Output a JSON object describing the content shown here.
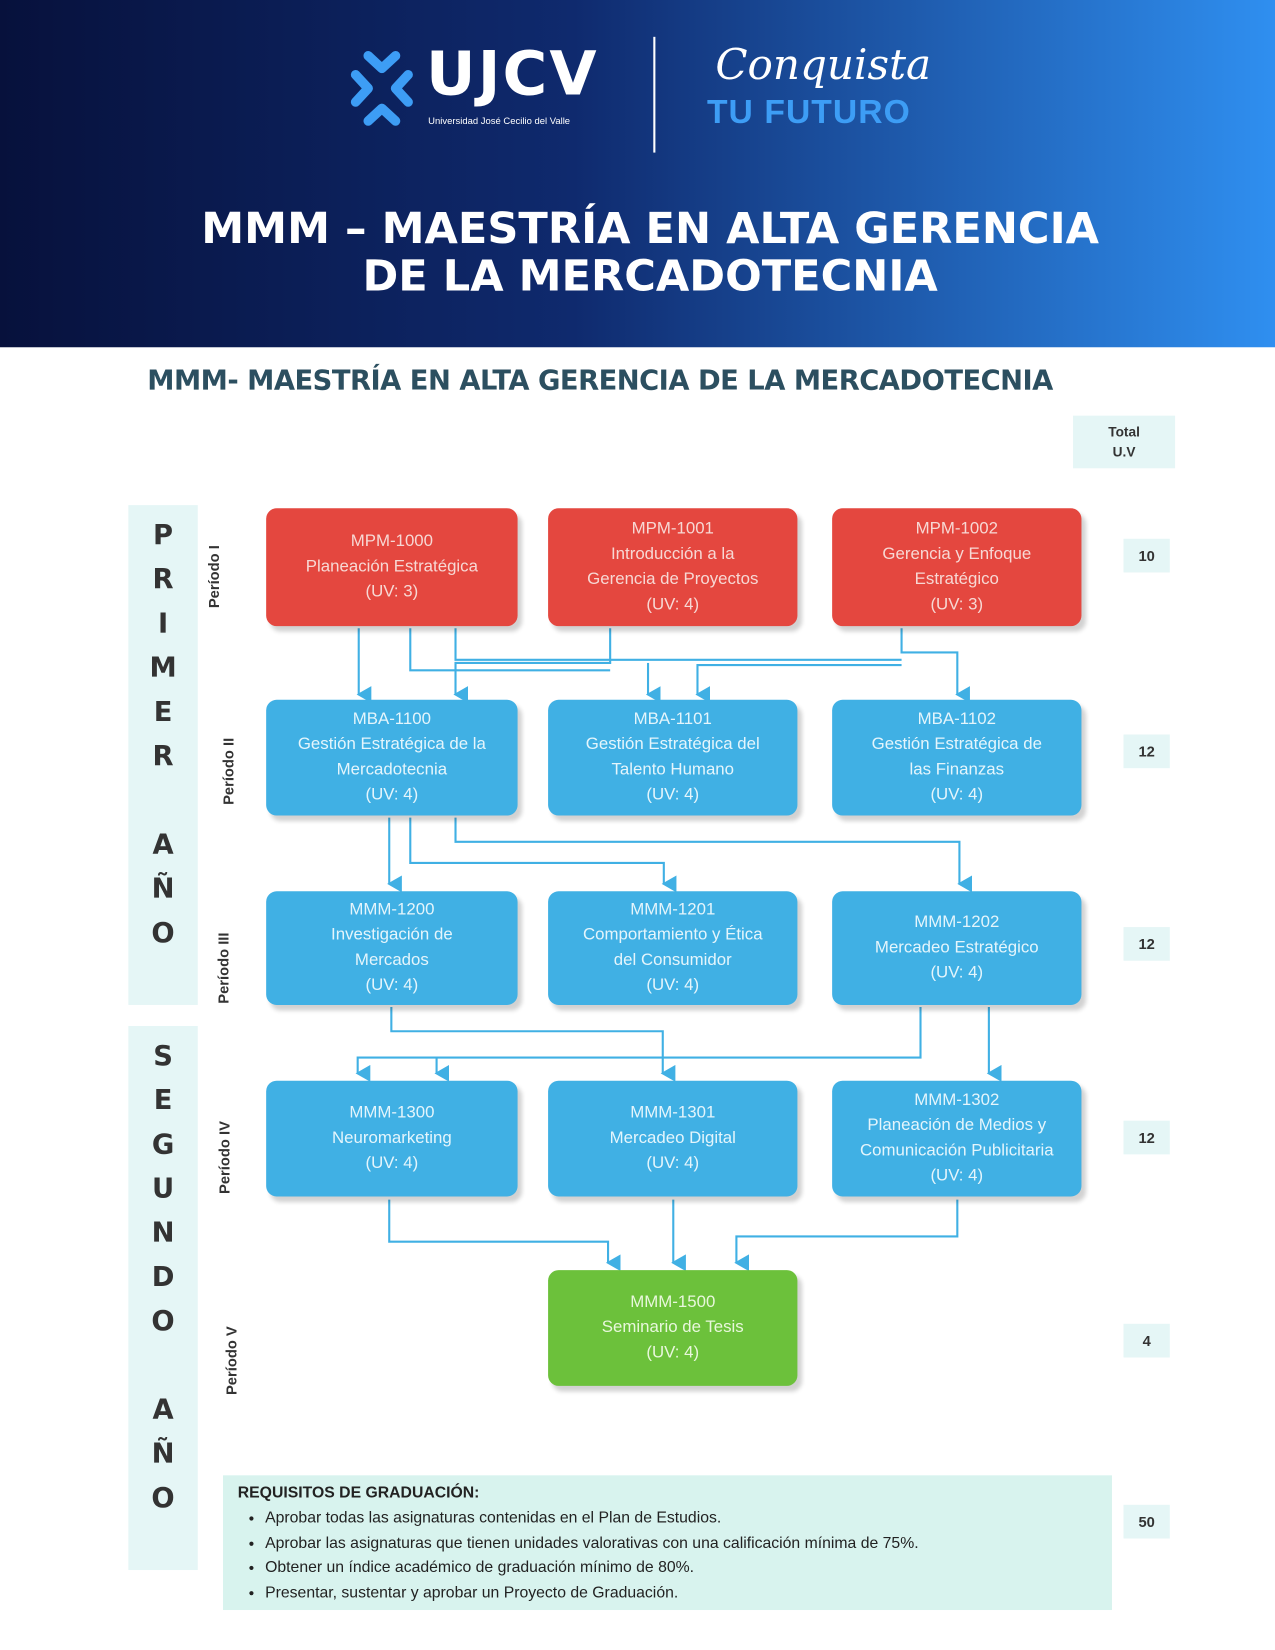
{
  "header": {
    "logo_text": "UJCV",
    "logo_subtitle": "Universidad José Cecilio del Valle",
    "slogan_script": "Conquista",
    "slogan_caps": "TU FUTURO",
    "title_line1": "MMM – MAESTRÍA EN ALTA GERENCIA",
    "title_line2": "DE LA MERCADOTECNIA"
  },
  "document": {
    "subtitle": "MMM- MAESTRÍA EN ALTA GERENCIA DE LA MERCADOTECNIA",
    "total_header": [
      "Total",
      "U.V"
    ],
    "years": [
      {
        "letters": [
          "P",
          "R",
          "I",
          "M",
          "E",
          "R",
          "",
          "A",
          "Ñ",
          "O"
        ]
      },
      {
        "letters": [
          "S",
          "E",
          "G",
          "U",
          "N",
          "D",
          "O",
          "",
          "A",
          "Ñ",
          "O"
        ]
      }
    ],
    "periods": [
      {
        "label": "Período I",
        "total_uv": "10",
        "courses": [
          {
            "code": "MPM-1000",
            "name": [
              "Planeación Estratégica"
            ],
            "uv": "(UV: 3)"
          },
          {
            "code": "MPM-1001",
            "name": [
              "Introducción a la",
              "Gerencia de Proyectos"
            ],
            "uv": "(UV: 4)"
          },
          {
            "code": "MPM-1002",
            "name": [
              "Gerencia y Enfoque",
              "Estratégico"
            ],
            "uv": "(UV: 3)"
          }
        ]
      },
      {
        "label": "Período II",
        "total_uv": "12",
        "courses": [
          {
            "code": "MBA-1100",
            "name": [
              "Gestión Estratégica de la",
              "Mercadotecnia"
            ],
            "uv": "(UV: 4)"
          },
          {
            "code": "MBA-1101",
            "name": [
              "Gestión Estratégica del",
              "Talento Humano"
            ],
            "uv": "(UV: 4)"
          },
          {
            "code": "MBA-1102",
            "name": [
              "Gestión Estratégica de",
              "las Finanzas"
            ],
            "uv": "(UV: 4)"
          }
        ]
      },
      {
        "label": "Período III",
        "total_uv": "12",
        "courses": [
          {
            "code": "MMM-1200",
            "name": [
              "Investigación de",
              "Mercados"
            ],
            "uv": "(UV: 4)"
          },
          {
            "code": "MMM-1201",
            "name": [
              "Comportamiento y Ética",
              "del Consumidor"
            ],
            "uv": "(UV: 4)"
          },
          {
            "code": "MMM-1202",
            "name": [
              "Mercadeo Estratégico"
            ],
            "uv": "(UV: 4)"
          }
        ]
      },
      {
        "label": "Período IV",
        "total_uv": "12",
        "courses": [
          {
            "code": "MMM-1300",
            "name": [
              "Neuromarketing"
            ],
            "uv": "(UV: 4)"
          },
          {
            "code": "MMM-1301",
            "name": [
              "Mercadeo Digital"
            ],
            "uv": "(UV: 4)"
          },
          {
            "code": "MMM-1302",
            "name": [
              "Planeación de Medios y",
              "Comunicación Publicitaria"
            ],
            "uv": "(UV: 4)"
          }
        ]
      },
      {
        "label": "Período V",
        "total_uv": "4",
        "courses": [
          {
            "code": "MMM-1500",
            "name": [
              "Seminario de Tesis"
            ],
            "uv": "(UV: 4)"
          }
        ]
      }
    ],
    "requirements": {
      "title": "REQUISITOS  DE GRADUACIÓN:",
      "items": [
        "Aprobar todas las asignaturas contenidas en el Plan de Estudios.",
        "Aprobar las asignaturas que tienen unidades valorativas con una calificación mínima de 75%.",
        "Obtener  un índice académico de graduación mínimo de 80%.",
        "Presentar, sustentar y aprobar un Proyecto de Graduación."
      ],
      "total_uv": "50"
    },
    "colors": {
      "period1": "#e4473f",
      "core": "#40b0e4",
      "thesis": "#6cc13b"
    }
  }
}
